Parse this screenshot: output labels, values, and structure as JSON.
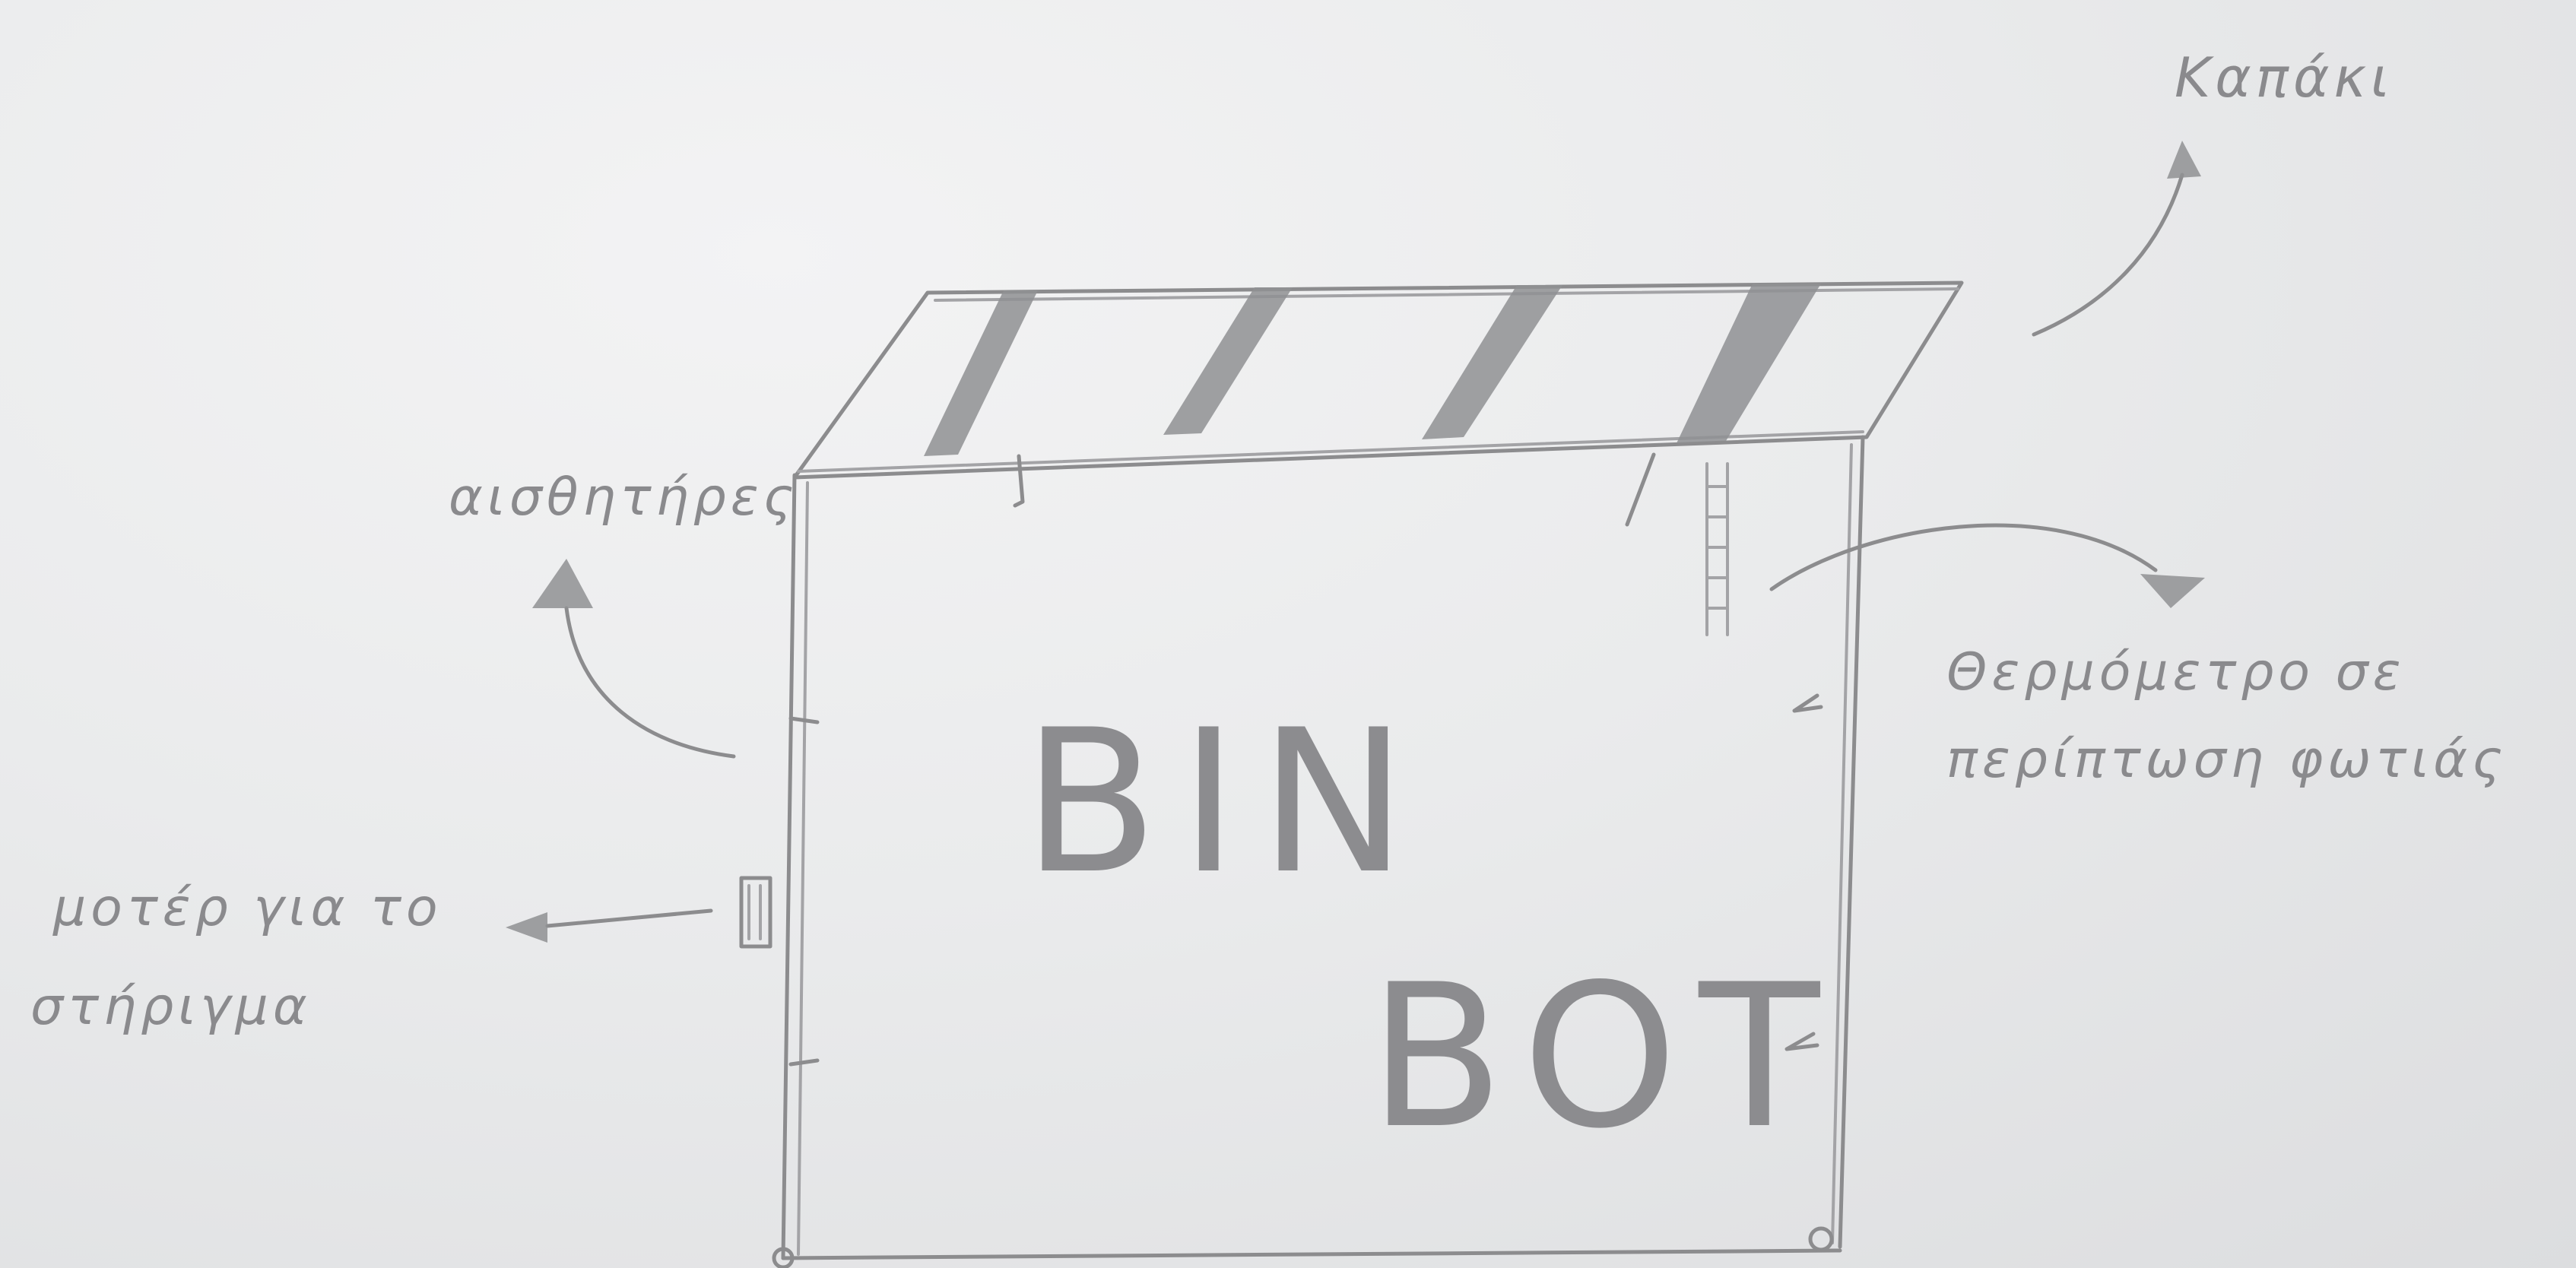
{
  "annotations": {
    "lid": "Καπάκι",
    "sensors": "αισθητήρες",
    "thermometer_line1": "Θερμόμετρο σε",
    "thermometer_line2": "περίπτωση φωτιάς",
    "stand_line1": "μοτέρ για το",
    "stand_line2": "στήριγμα"
  },
  "device": {
    "name_line1": "BIN",
    "name_line2": "BOT"
  },
  "colors": {
    "paper": "#e6e7e8",
    "pencil": "#8c8c8e"
  }
}
